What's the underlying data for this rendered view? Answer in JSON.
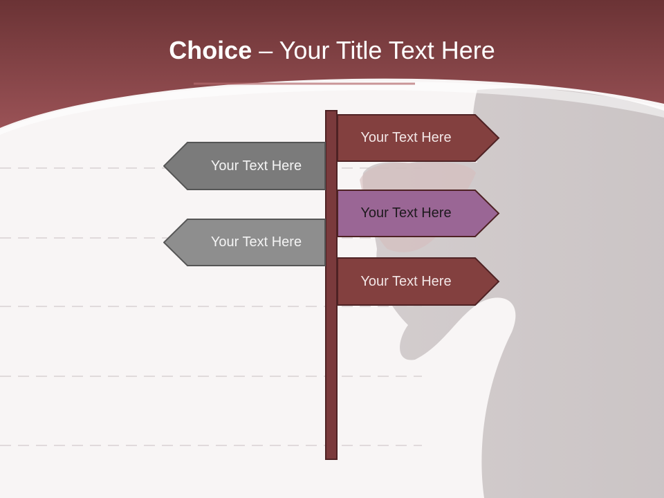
{
  "slide": {
    "title_bold": "Choice",
    "title_rest": " – Your Title Text Here"
  },
  "signs": {
    "right_top": "Your Text Here",
    "left_top": "Your Text Here",
    "right_middle": "Your Text Here",
    "left_bottom": "Your Text Here",
    "right_bottom": "Your Text Here"
  },
  "colors": {
    "header": "#8c4548",
    "sign_maroon": "#83403f",
    "sign_purple": "#9a6695",
    "sign_dark_gray": "#7b7b7b",
    "sign_light_gray": "#8e8e8e",
    "pole": "#7a3a3c",
    "background": "#f8f5f5"
  }
}
